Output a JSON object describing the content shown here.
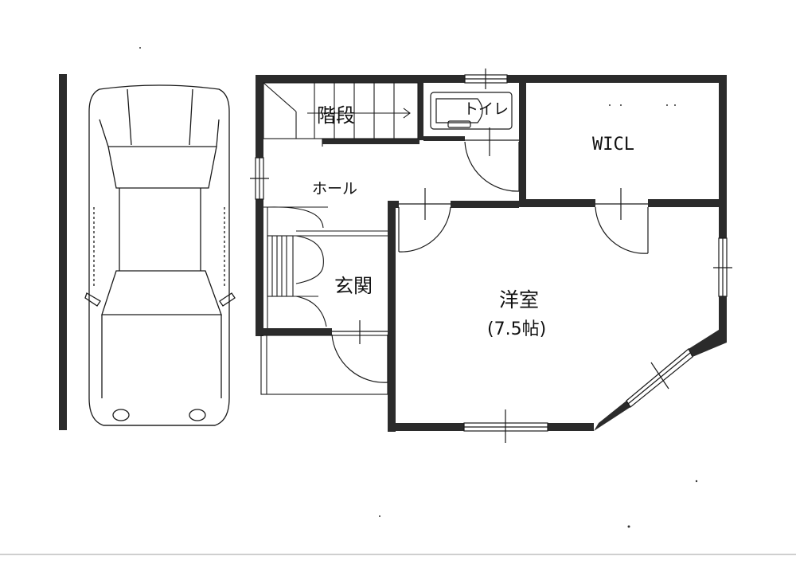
{
  "rooms": {
    "stairs": "階段",
    "toilet": "トイレ",
    "wicl": "WICL",
    "hall": "ホール",
    "entrance": "玄関",
    "western_room": "洋室",
    "western_room_size": "(7.5帖)"
  },
  "colors": {
    "wall": "#2b2b2b",
    "line": "#1a1a1a",
    "paper": "#ffffff"
  }
}
